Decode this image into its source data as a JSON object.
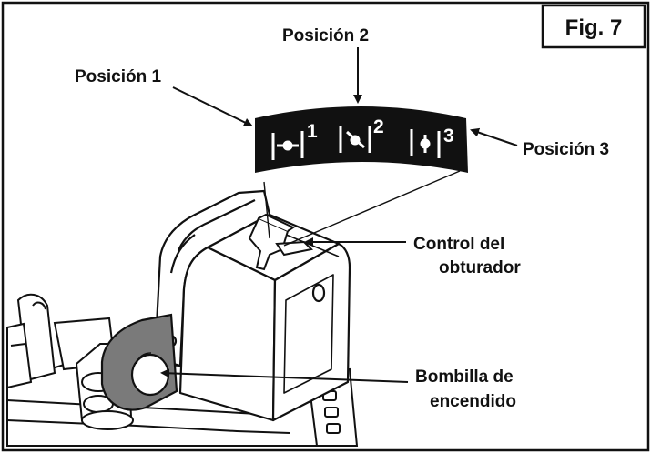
{
  "figure": {
    "tag": "Fig. 7",
    "positions": {
      "p1": "Posición 1",
      "p2": "Posición 2",
      "p3": "Posición 3"
    },
    "dial_numbers": {
      "n1": "1",
      "n2": "2",
      "n3": "3"
    },
    "labels": {
      "shutter_line1": "Control del",
      "shutter_line2": "obturador",
      "bulb_line1": "Bombilla de",
      "bulb_line2": "encendido"
    }
  },
  "colors": {
    "ink": "#111111",
    "panel": "#ffffff",
    "bulb_band": "#7a7a7a",
    "dial_face": "#111111"
  }
}
